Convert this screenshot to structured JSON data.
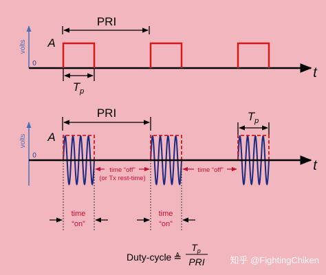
{
  "colors": {
    "background": "#f2b6bf",
    "pulse": "#d41a1a",
    "carrier": "#1a2a80",
    "axis": "#000000",
    "annotation_red": "#c8102e"
  },
  "top_panel": {
    "pri_label": "PRI",
    "y_axis_label": "volts",
    "amplitude_label": "A",
    "zero_label": "0",
    "t_label": "t",
    "tp_label": "T",
    "tp_sub": "p"
  },
  "bottom_panel": {
    "pri_label": "PRI",
    "y_axis_label": "volts",
    "amplitude_label": "A",
    "zero_label": "0",
    "t_label": "t",
    "tp_label": "T",
    "tp_sub": "p",
    "time_off_1_line1": "time “off”",
    "time_off_1_line2": "(or Tx rest-time)",
    "time_off_2": "time “off”",
    "time_on_1_line1": "time",
    "time_on_1_line2": "“on”",
    "time_on_2_line1": "time",
    "time_on_2_line2": "“on”"
  },
  "formula": {
    "prefix": "Duty-cycle",
    "symbol": "≜",
    "numerator": "T",
    "numerator_sub": "p",
    "denominator": "PRI"
  },
  "watermark": "知乎 @FightingChiken"
}
